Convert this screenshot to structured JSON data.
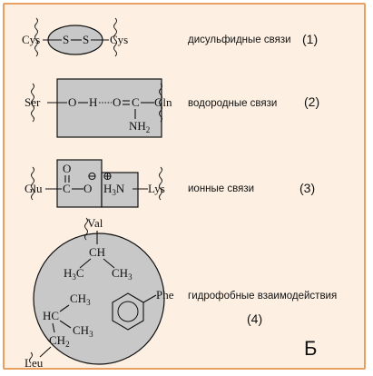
{
  "panel_letter": "Б",
  "colors": {
    "background": "#fdf0e2",
    "border": "#e8a062",
    "shape_fill": "#c8c8c8"
  },
  "rows": {
    "disulfide": {
      "left": "Cys",
      "s1": "S",
      "s2": "S",
      "right": "Cys",
      "label": "дисульфидные связи",
      "number": "(1)"
    },
    "hydrogen": {
      "left": "Ser",
      "o": "O",
      "h": "H",
      "o2": "O",
      "c": "C",
      "n": "N",
      "n_h": "H",
      "n_sub": "2",
      "right": "Gln",
      "label": "водородные связи",
      "number": "(2)"
    },
    "ionic": {
      "left": "Glu",
      "o_top": "O",
      "c": "C",
      "o_minus": "O",
      "minus": "⊖",
      "plus": "⊕",
      "h3n_h": "H",
      "h3n_sub": "3",
      "h3n_n": "N",
      "right": "Lys",
      "label": "ионные связи",
      "number": "(3)"
    },
    "hydrophobic": {
      "val": "Val",
      "ch": "CH",
      "h3c_h": "H",
      "h3c_sub": "3",
      "h3c_c": "C",
      "ch3_c": "CH",
      "ch3_sub": "3",
      "phe": "Phe",
      "leu_ch3a": "CH",
      "leu_ch3a_sub": "3",
      "leu_hc": "HC",
      "leu_ch3b": "CH",
      "leu_ch3b_sub": "3",
      "leu_ch2": "CH",
      "leu_ch2_sub": "2",
      "leu": "Leu",
      "label": "гидрофобные взаимодействия",
      "number": "(4)"
    }
  }
}
